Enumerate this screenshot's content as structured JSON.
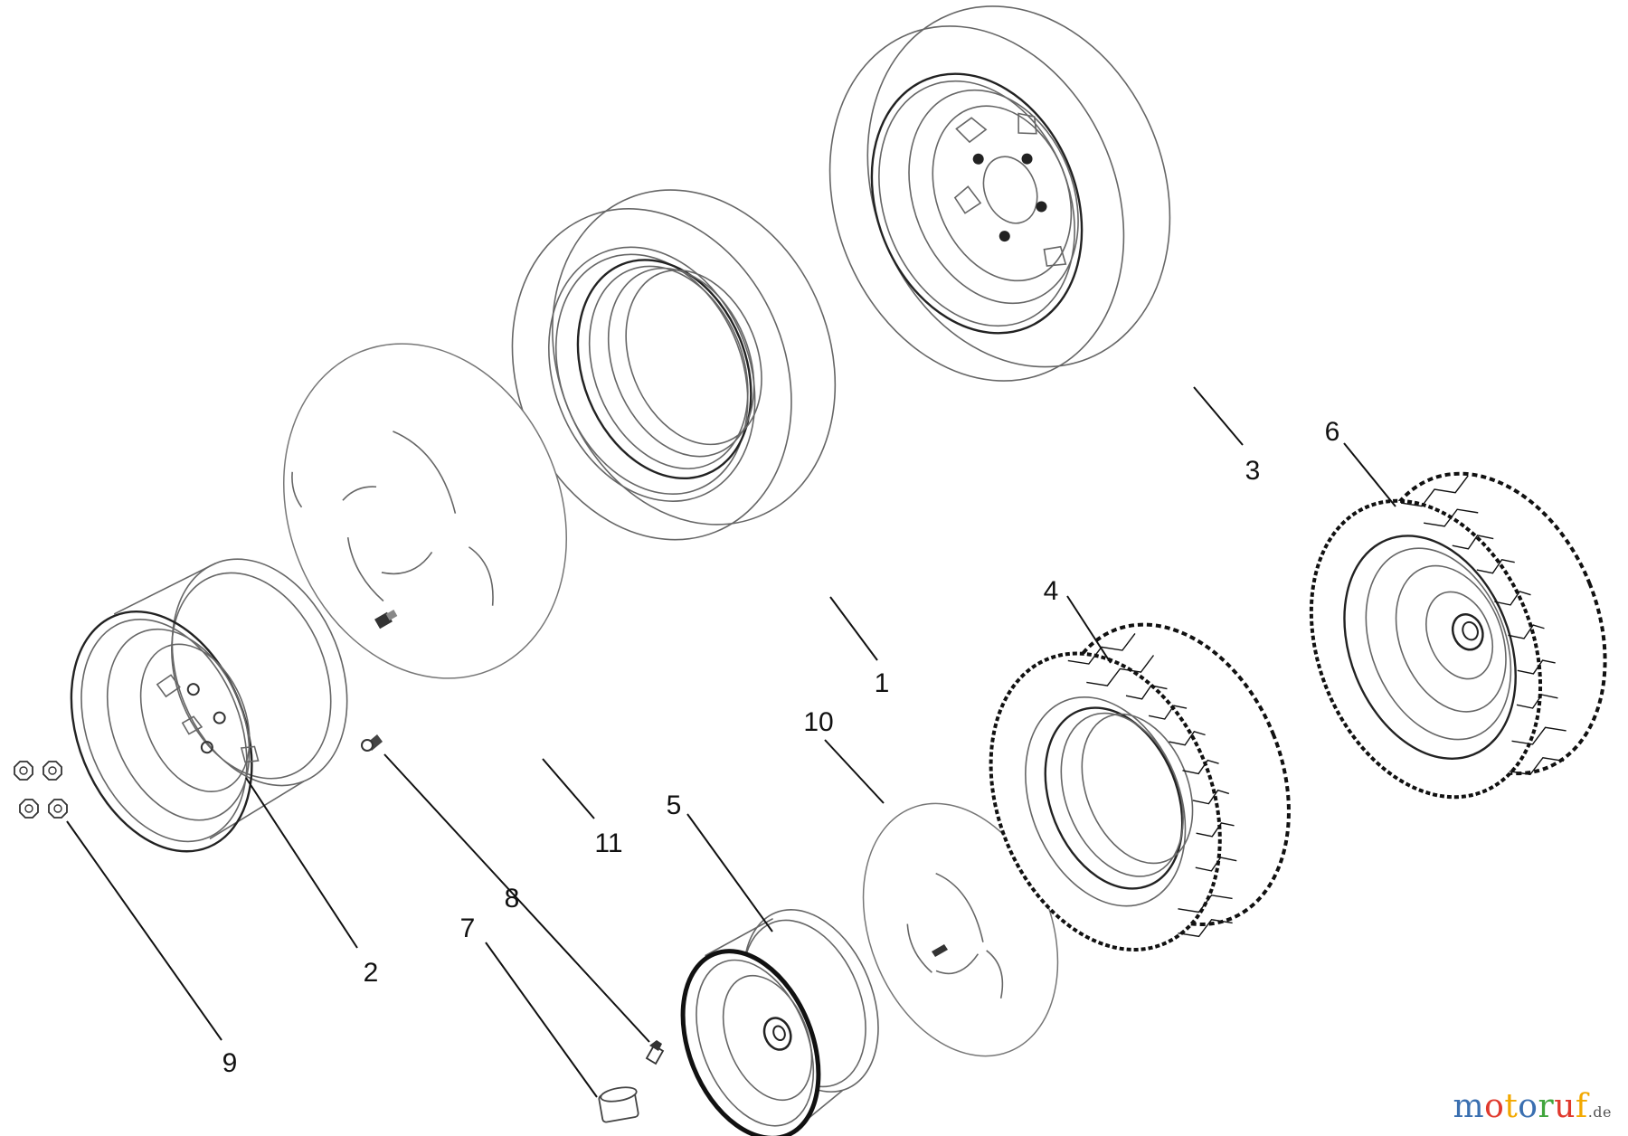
{
  "diagram": {
    "callouts": [
      {
        "label": "1"
      },
      {
        "label": "2"
      },
      {
        "label": "3"
      },
      {
        "label": "4"
      },
      {
        "label": "5"
      },
      {
        "label": "6"
      },
      {
        "label": "7"
      },
      {
        "label": "8"
      },
      {
        "label": "9"
      },
      {
        "label": "10"
      },
      {
        "label": "11"
      }
    ]
  },
  "watermark": {
    "text": "motoruf",
    "suffix": ".de",
    "colors": [
      "#3a6fb0",
      "#e0392d",
      "#f2a800",
      "#3a6fb0",
      "#41a53d",
      "#e0392d",
      "#f2a800"
    ]
  }
}
